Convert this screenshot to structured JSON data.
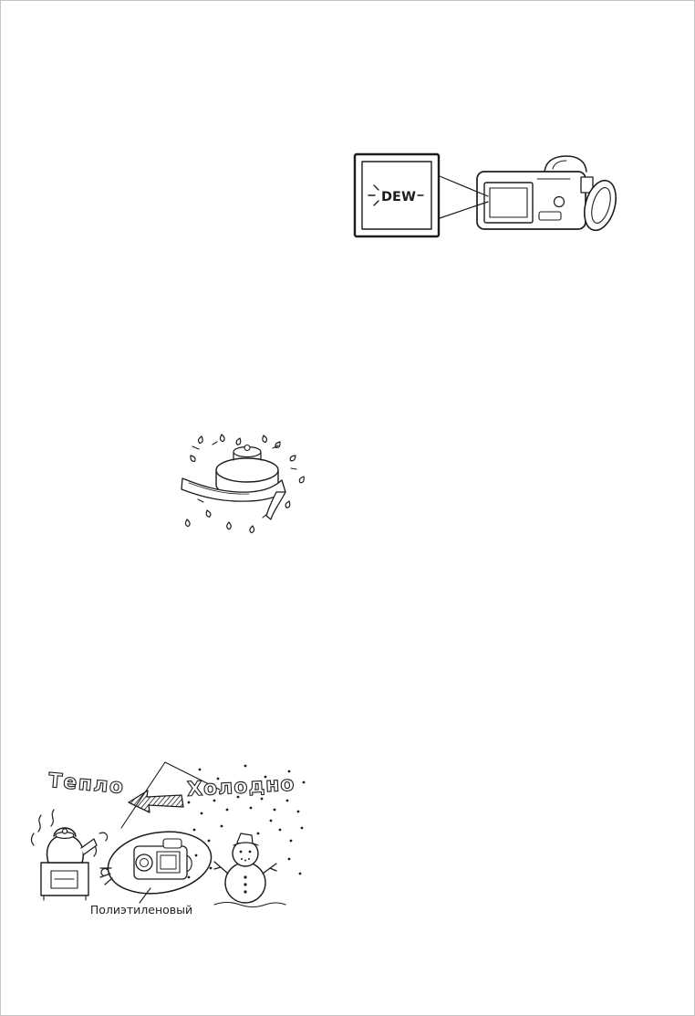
{
  "page": {
    "background": "#ffffff",
    "ink": "#1c1c1c"
  },
  "dew_warning": {
    "screen_label": "DEW"
  },
  "temperature_scene": {
    "warm_label": "Тепло",
    "cold_label": "Холодно",
    "bag_caption": "Полиэтиленовый"
  }
}
